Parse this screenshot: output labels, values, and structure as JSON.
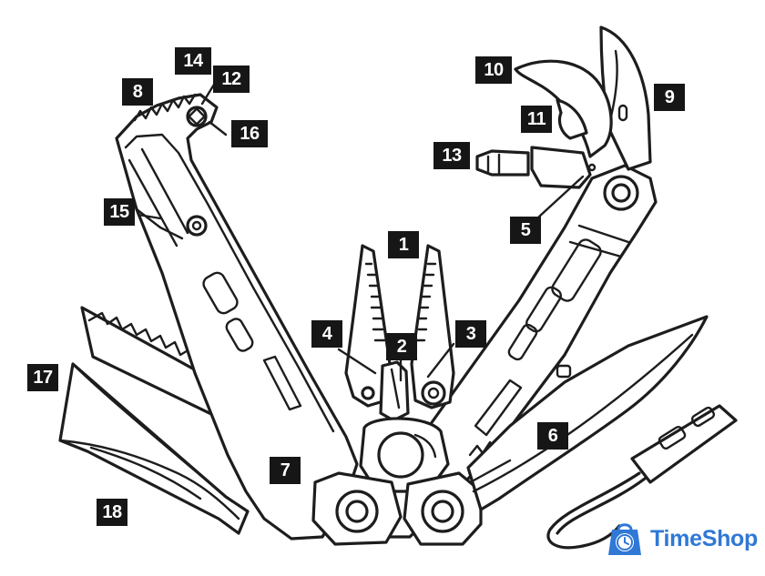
{
  "diagram": {
    "callouts": [
      "1",
      "2",
      "3",
      "4",
      "5",
      "6",
      "7",
      "8",
      "9",
      "10",
      "11",
      "12",
      "13",
      "14",
      "15",
      "16",
      "17",
      "18"
    ]
  },
  "brand": {
    "name": "TimeShop",
    "color": "#2f78d6",
    "icon": "clock-bag-icon"
  }
}
